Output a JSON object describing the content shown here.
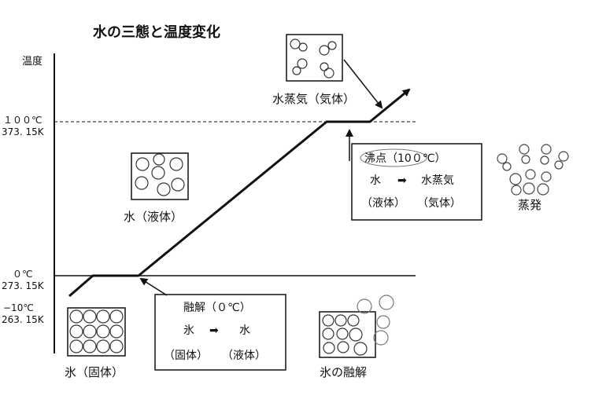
{
  "title": "水の三態と温度変化",
  "y_axis_label": "温度",
  "ticks": [
    {
      "celsius": "１００℃",
      "kelvin": "373. 15K"
    },
    {
      "celsius": "０℃",
      "kelvin": "273. 15K"
    },
    {
      "celsius": "−10℃",
      "kelvin": "263. 15K"
    }
  ],
  "state_labels": {
    "water_vapor": "水蒸気（気体）",
    "water_liquid": "水（液体）",
    "ice_solid": "氷（固体）",
    "ice_melting": "氷の融解",
    "evaporation": "蒸発"
  },
  "boiling_box": {
    "title": "沸点（10０℃）",
    "from": "水",
    "arrow": "➡",
    "to": "水蒸気",
    "from_state": "（液体）",
    "to_state": "（気体）"
  },
  "melting_box": {
    "title": "融解（０℃）",
    "from": "氷",
    "arrow": "➡",
    "to": "水",
    "from_state": "（固体）",
    "to_state": "（液体）"
  }
}
